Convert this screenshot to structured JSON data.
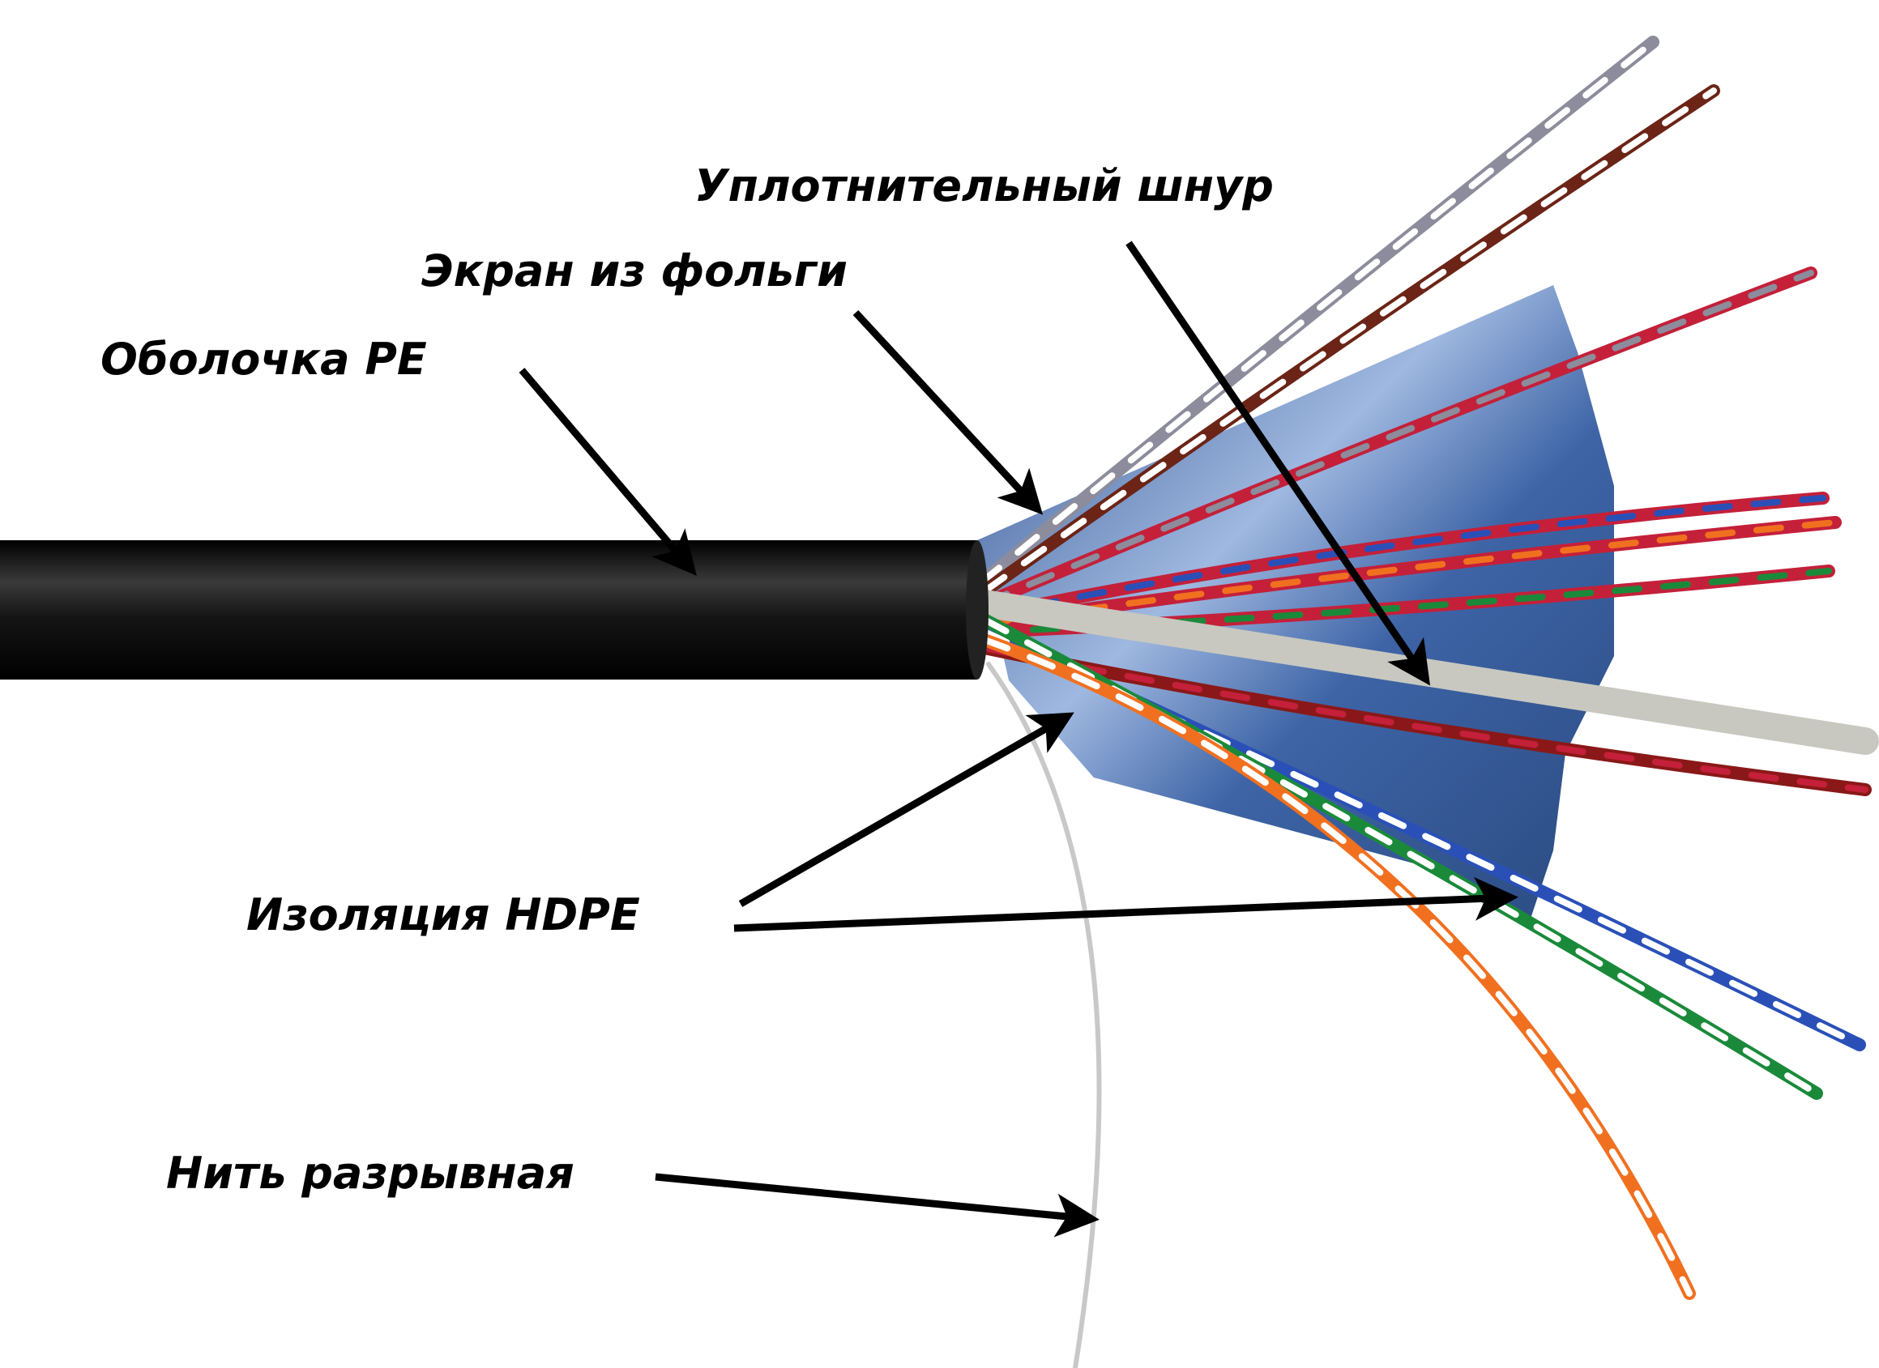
{
  "labels": {
    "sealing_cord": "Уплотнительный шнур",
    "foil_screen": "Экран из фольги",
    "pe_jacket": "Оболочка PE",
    "hdpe_insulation": "Изоляция HDPE",
    "rip_cord": "Нить разрывная"
  },
  "colors": {
    "jacket": "#111111",
    "foil": "#5a7fb8",
    "arrow": "#000000"
  }
}
